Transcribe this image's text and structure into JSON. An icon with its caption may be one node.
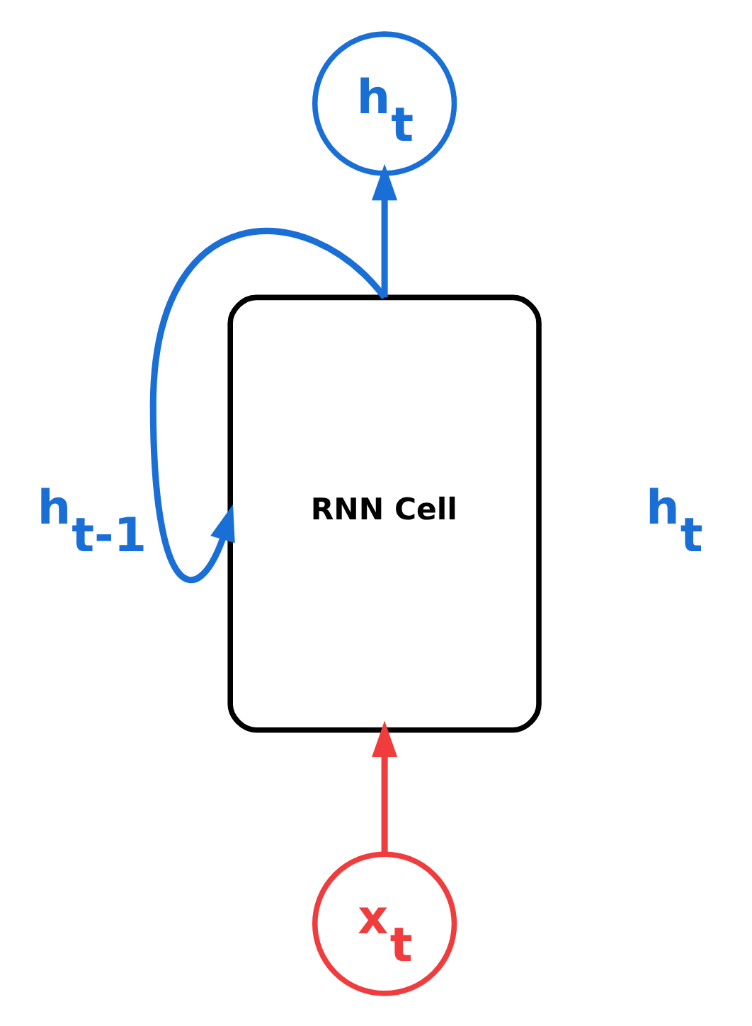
{
  "diagram": {
    "nodes": [
      {
        "text": [
          "h$_{t}$"
        ]
      },
      {
        "text": [
          "RNN Cell"
        ]
      },
      {
        "text": [
          "x$_{t}$"
        ]
      }
    ],
    "edges": [
      {
        "from": 1,
        "to": 0,
        "arrow": "to"
      },
      {
        "from": 2,
        "to": 1,
        "arrow": "to",
        "color": "#f03c3c"
      },
      {
        "from": 1,
        "to": 1,
        "arrow": "to"
      }
    ],
    "labels": [
      "h$_{t-1}$",
      "h$_{t}$"
    ]
  }
}
